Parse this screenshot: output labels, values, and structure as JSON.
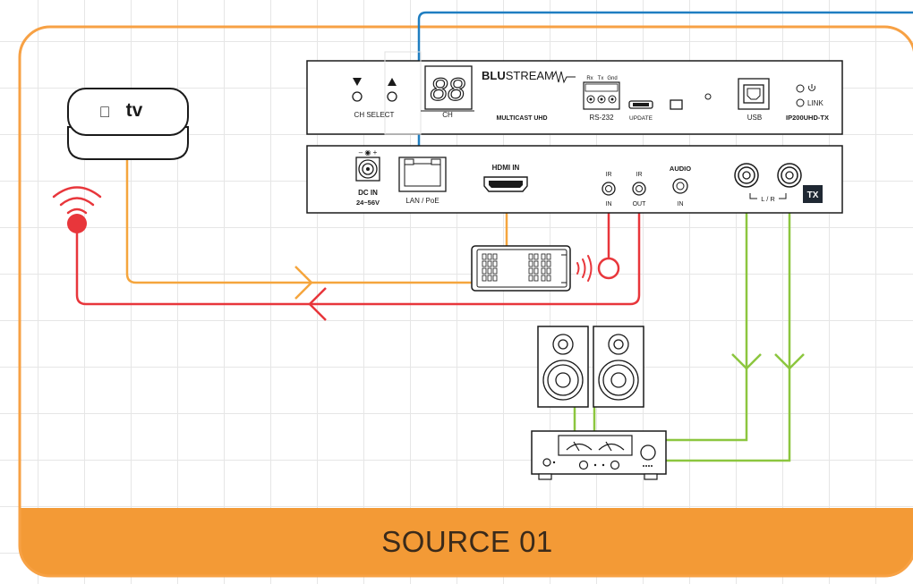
{
  "colors": {
    "frame_orange": "#f7a144",
    "footer_fill": "#f39a36",
    "hdmi_orange": "#f5a53d",
    "ir_red": "#e8363b",
    "audio_green": "#8cc63f",
    "lan_blue": "#1f7ec1",
    "device_black": "#1a1a1a"
  },
  "apple_tv": {
    "logo": "",
    "label": "tv"
  },
  "front_panel": {
    "ch_select": "CH SELECT",
    "ch_display": "88",
    "ch": "CH",
    "brand_bold": "BLU",
    "brand_light": "STREAM",
    "model_line": "MULTICAST UHD",
    "rs232_pins": [
      "Rx",
      "Tx",
      "Gnd"
    ],
    "rs232": "RS-232",
    "update": "UPDATE",
    "usb": "USB",
    "link": "LINK",
    "model": "IP200UHD-TX"
  },
  "rear_panel": {
    "dc_polarity": "– ◉ +",
    "dc_in": "DC IN",
    "dc_voltage": "24~56V",
    "lan": "LAN / PoE",
    "hdmi_in": "HDMI IN",
    "ir_in_top": "IR",
    "ir_in_bottom": "IN",
    "ir_out_top": "IR",
    "ir_out_bottom": "OUT",
    "audio_top": "AUDIO",
    "audio_bottom": "IN",
    "lr": "L / R",
    "tx_badge": "TX"
  },
  "footer": {
    "label": "SOURCE 01"
  }
}
